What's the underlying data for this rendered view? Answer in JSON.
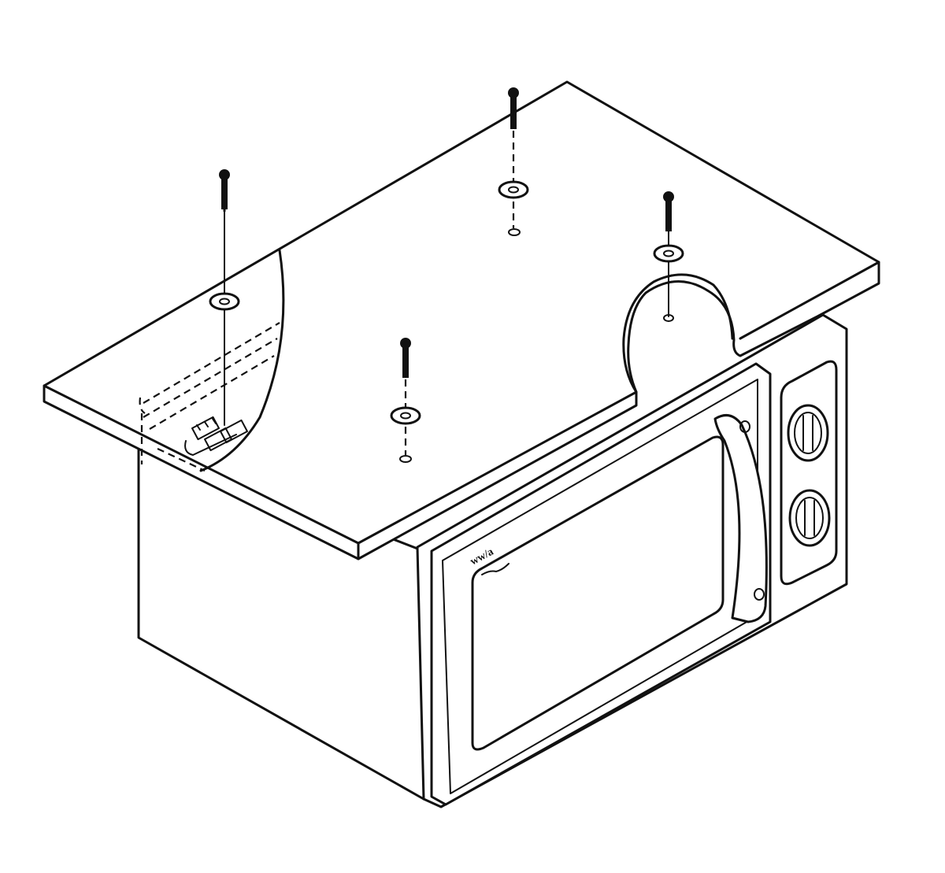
{
  "diagram": {
    "brand_logo_text": "ww/a",
    "colors": {
      "line": "#111111",
      "background": "#ffffff"
    },
    "fasteners": [
      {
        "name": "screw-left-rear"
      },
      {
        "name": "screw-center-rear"
      },
      {
        "name": "screw-right"
      },
      {
        "name": "screw-front"
      }
    ],
    "knobs": [
      {
        "name": "upper-control-knob"
      },
      {
        "name": "lower-control-knob"
      }
    ]
  }
}
